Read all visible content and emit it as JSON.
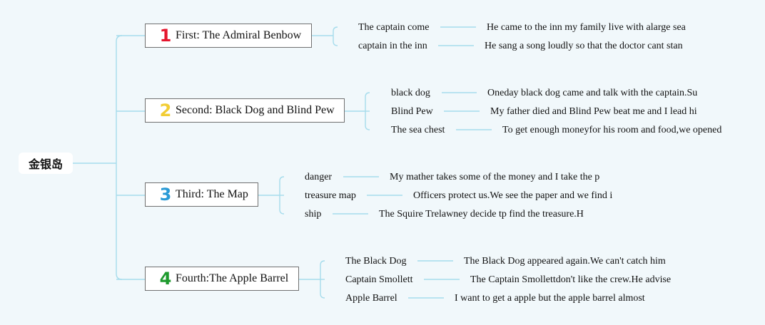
{
  "root": {
    "label": "金银岛"
  },
  "colors": {
    "line": "#a6dcec",
    "num_1": "#e5162e",
    "num_2": "#f2cd34",
    "num_3": "#2a9ad6",
    "num_4": "#1e9a2e"
  },
  "chapters": [
    {
      "number": "1",
      "title": "First: The Admiral Benbow",
      "topics": [
        {
          "label": "The captain come",
          "detail": "He came to the inn my family live with alarge sea"
        },
        {
          "label": "captain in the inn",
          "detail": "He sang a song loudly so that the doctor cant stan"
        }
      ]
    },
    {
      "number": "2",
      "title": "Second: Black Dog and Blind Pew",
      "topics": [
        {
          "label": "black dog",
          "detail": "Oneday black dog came and talk with the captain.Su"
        },
        {
          "label": "Blind Pew",
          "detail": "My father died and Blind Pew beat me and I lead hi"
        },
        {
          "label": "The sea chest",
          "detail": "To get enough moneyfor his room and food,we opened"
        }
      ]
    },
    {
      "number": "3",
      "title": "Third: The Map",
      "topics": [
        {
          "label": "danger",
          "detail": "My mather takes some of the money and I take the p"
        },
        {
          "label": "treasure map",
          "detail": "Officers protect us.We see the paper and we find i"
        },
        {
          "label": "ship",
          "detail": "The Squire Trelawney decide tp find the treasure.H"
        }
      ]
    },
    {
      "number": "4",
      "title": "Fourth:The Apple Barrel",
      "topics": [
        {
          "label": "The Black Dog",
          "detail": "The Black Dog appeared again.We can't catch him"
        },
        {
          "label": "Captain Smollett",
          "detail": "The Captain Smollettdon't like the crew.He advise"
        },
        {
          "label": "Apple Barrel",
          "detail": "I want to get a apple but the apple barrel almost"
        }
      ]
    }
  ]
}
